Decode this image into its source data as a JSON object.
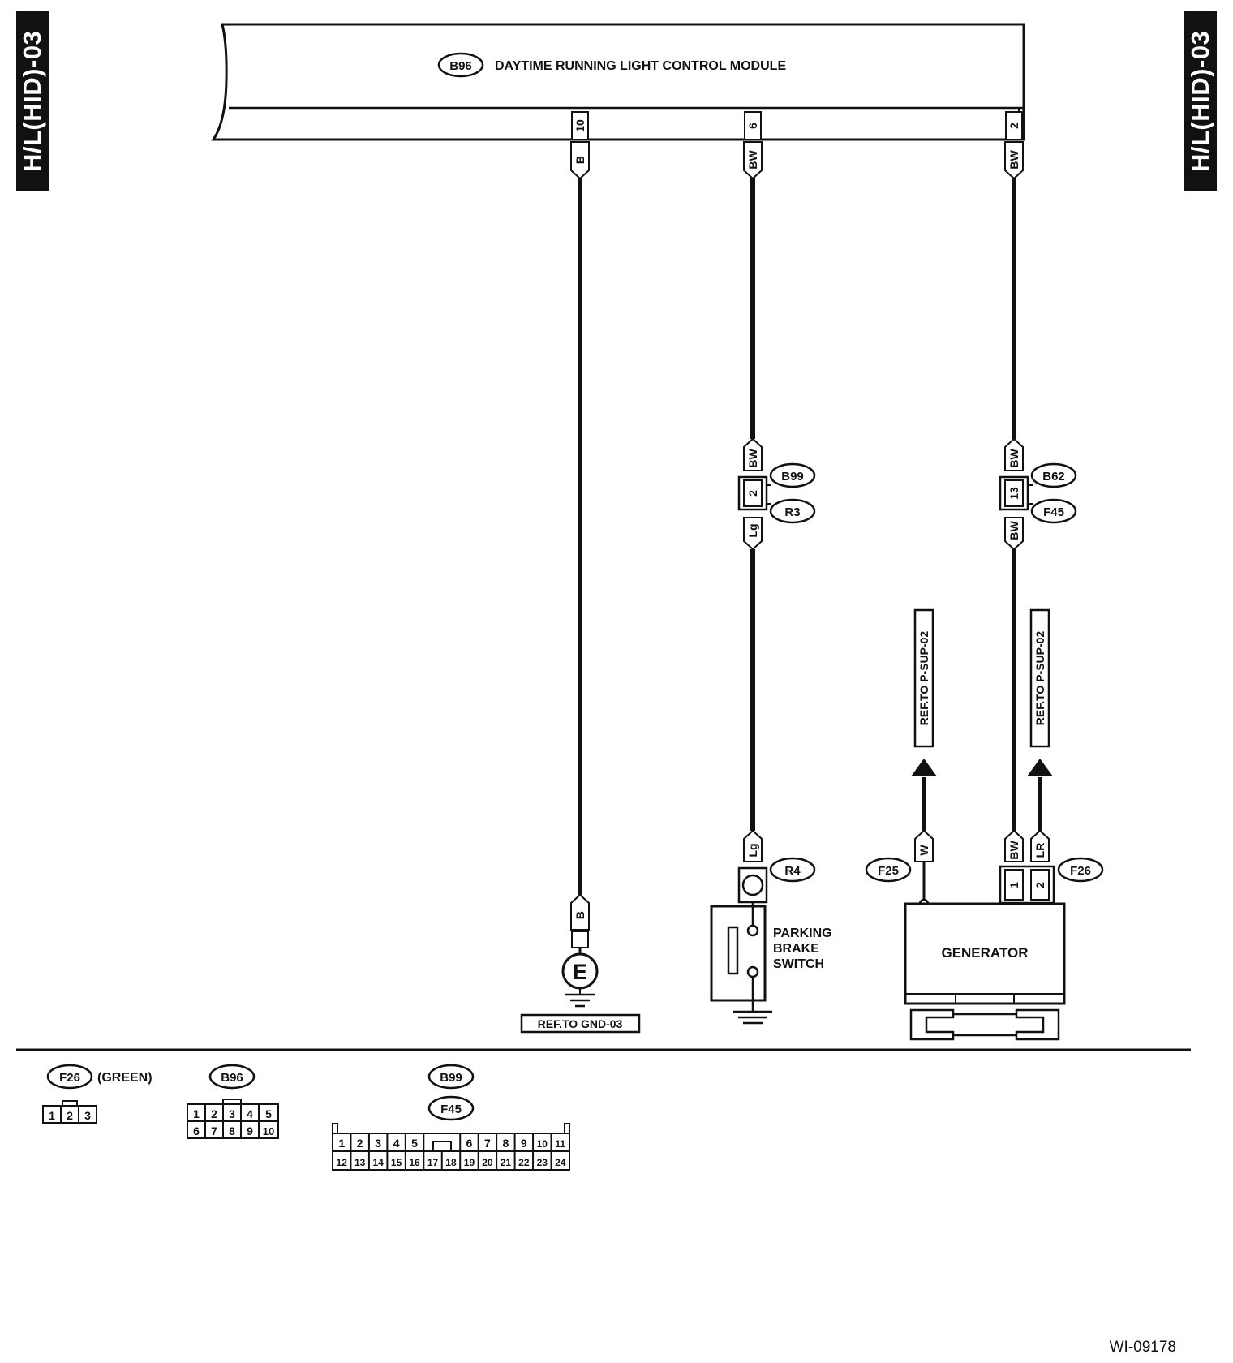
{
  "page_tabs": {
    "left": "H/L(HID)-03",
    "right": "H/L(HID)-03"
  },
  "drawing_id": "WI-09178",
  "module": {
    "connector": "B96",
    "name": "DAYTIME RUNNING LIGHT CONTROL MODULE"
  },
  "wires": {
    "ground_wire": {
      "pin": "10",
      "color": "B",
      "ground_symbol": "E",
      "ref": "REF.TO GND-03"
    },
    "brake_wire": {
      "pin": "6",
      "color_top": "BW",
      "junction_pin": "2",
      "junction_connectors": [
        "B99",
        "R3"
      ],
      "color_bottom": "Lg",
      "switch_color": "Lg",
      "switch_connector": "R4",
      "switch_label": [
        "PARKING",
        "BRAKE",
        "SWITCH"
      ]
    },
    "generator_wire": {
      "pin": "2",
      "color_top": "BW",
      "junction_pin": "13",
      "junction_connectors": [
        "B62",
        "F45"
      ],
      "color_bottom": "BW",
      "gen_color_1": "BW",
      "gen_pin_1": "1",
      "gen_color_2": "LR",
      "gen_pin_2": "2",
      "gen_connector_right": "F26",
      "gen_w_color": "W",
      "gen_connector_left": "F25",
      "ref_left": "REF.TO P-SUP-02",
      "ref_right": "REF.TO P-SUP-02",
      "generator_label": "GENERATOR"
    }
  },
  "connector_views": {
    "f26": {
      "id": "F26",
      "note": "(GREEN)",
      "pins": [
        "1",
        "2",
        "3"
      ]
    },
    "b96": {
      "id": "B96",
      "row1": [
        "1",
        "2",
        "3",
        "4",
        "5"
      ],
      "row2": [
        "6",
        "7",
        "8",
        "9",
        "10"
      ]
    },
    "b99": {
      "ids": [
        "B99",
        "F45"
      ],
      "row1a": [
        "1",
        "2",
        "3",
        "4",
        "5"
      ],
      "row1b": [
        "6",
        "7",
        "8",
        "9",
        "10",
        "11"
      ],
      "row2": [
        "12",
        "13",
        "14",
        "15",
        "16",
        "17",
        "18",
        "19",
        "20",
        "21",
        "22",
        "23",
        "24"
      ]
    }
  }
}
